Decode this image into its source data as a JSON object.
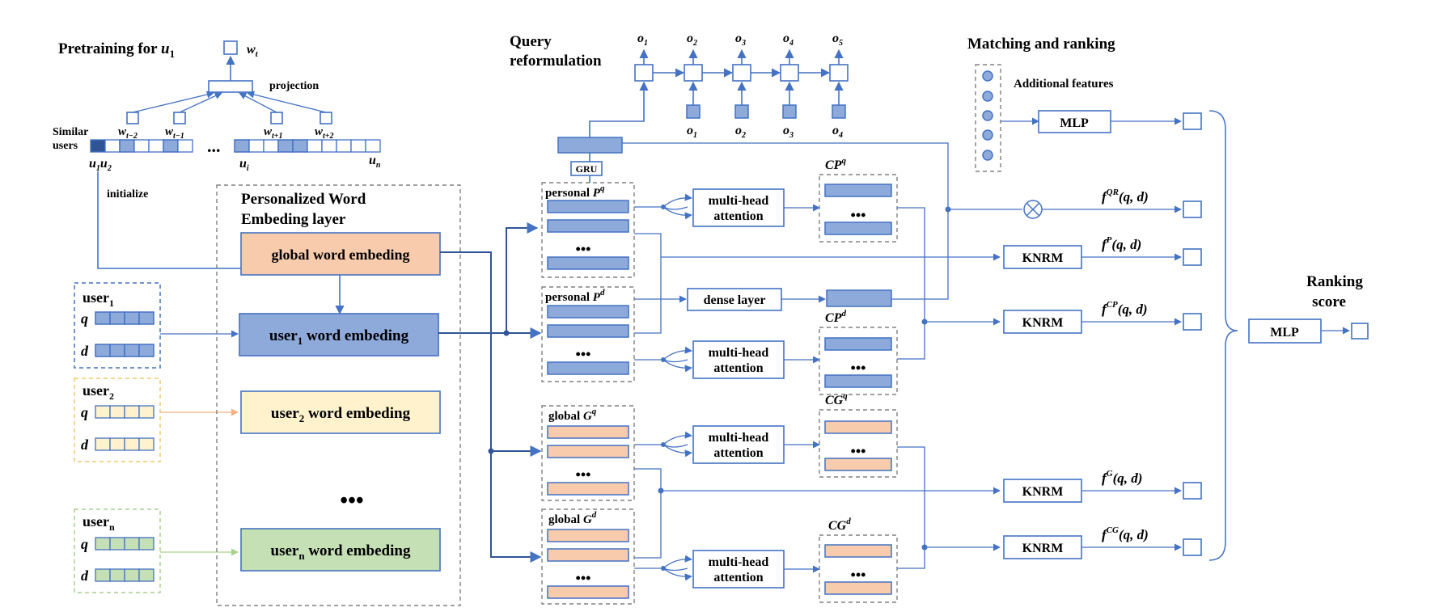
{
  "pretraining": {
    "title": "Pretraining for ",
    "title_var": "u",
    "title_sub": "1",
    "wt": "w",
    "wt_sub": "t",
    "projection": "projection",
    "similar": "Similar",
    "users": "users",
    "w_labels": [
      {
        "base": "w",
        "sub": "t−2"
      },
      {
        "base": "w",
        "sub": "t−1"
      },
      {
        "base": "w",
        "sub": "t+1"
      },
      {
        "base": "w",
        "sub": "t+2"
      }
    ],
    "dots": "...",
    "u1": "u",
    "u1_sub": "1",
    "u2": "u",
    "u2_sub": "2",
    "ui": "u",
    "ui_sub": "i",
    "un": "u",
    "un_sub": "n",
    "initialize": "initialize"
  },
  "users": [
    {
      "name": "user",
      "sub": "1",
      "q": "q",
      "d": "d",
      "color": "#8eaadb",
      "border": "#4472c4"
    },
    {
      "name": "user",
      "sub": "2",
      "q": "q",
      "d": "d",
      "color": "#fff2cc",
      "border": "#f4b183"
    },
    {
      "name": "user",
      "sub": "n",
      "q": "q",
      "d": "d",
      "color": "#c5e0b4",
      "border": "#a9d18e"
    }
  ],
  "embedding_layer": {
    "title_line1": "Personalized Word",
    "title_line2": "Embeding layer",
    "global": "global word embeding",
    "u1_a": "user",
    "u1_sub": "1",
    "u1_b": " word embeding",
    "u2_a": "user",
    "u2_sub": "2",
    "u2_b": " word embeding",
    "un_a": "user",
    "un_sub": "n",
    "un_b": " word embeding",
    "dots": "•••"
  },
  "query_reformulation": {
    "title_line1": "Query",
    "title_line2": "reformulation",
    "gru": "GRU",
    "outputs": [
      "o",
      "o",
      "o",
      "o",
      "o"
    ],
    "output_subs": [
      "1",
      "2",
      "3",
      "4",
      "5"
    ],
    "inputs": [
      "o",
      "o",
      "o",
      "o"
    ],
    "input_subs": [
      "1",
      "2",
      "3",
      "4"
    ]
  },
  "groups": {
    "personal_q": "personal ",
    "pq_var": "P",
    "pq_sup": "q",
    "personal_d": "personal ",
    "pd_var": "P",
    "pd_sup": "d",
    "global_q": "global ",
    "gq_var": "G",
    "gq_sup": "q",
    "global_d": "global ",
    "gd_var": "G",
    "gd_sup": "d",
    "dots": "•••"
  },
  "attention": {
    "mh_line1": "multi-head",
    "mh_line2": "attention",
    "dense": "dense layer",
    "cp_q": "CP",
    "cp_q_sup": "q",
    "cp_d": "CP",
    "cp_d_sup": "d",
    "cg_q": "CG",
    "cg_q_sup": "q",
    "cg_d": "CG",
    "cg_d_sup": "d"
  },
  "matching": {
    "title": "Matching and ranking",
    "additional": "Additional features",
    "mlp": "MLP",
    "knrm": "KNRM",
    "f_qr": "QR",
    "f_p": "P",
    "f_cp": "CP",
    "f_g": "G",
    "f_cg": "CG",
    "f_base": "f",
    "f_args": "(q, d)",
    "ranking_line1": "Ranking",
    "ranking_line2": "score",
    "final_mlp": "MLP"
  }
}
